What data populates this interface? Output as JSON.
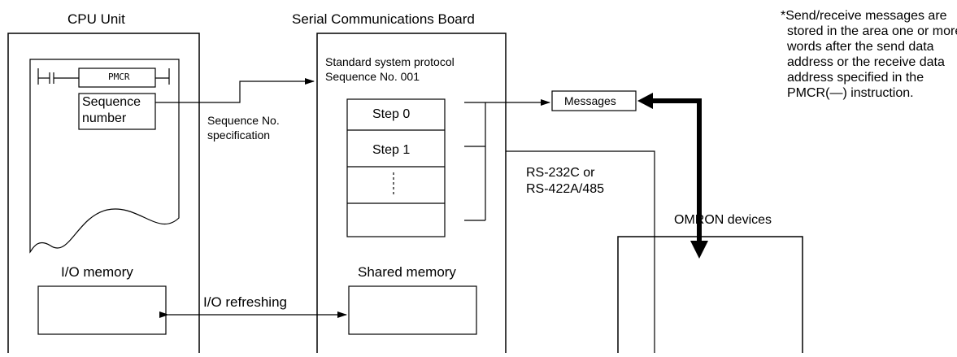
{
  "titles": {
    "cpu_unit": "CPU Unit",
    "serial_board": "Serial Communications Board"
  },
  "note_lines": [
    "*Send/receive messages are",
    "stored in the area one or more",
    "words after the send data",
    "address or the receive data",
    "address specified in the",
    "PMCR(—) instruction."
  ],
  "ladder": {
    "pmcr": "PMCR",
    "operand_line1": "Sequence",
    "operand_line2": "number"
  },
  "sequence_spec": [
    "Sequence No.",
    "specification"
  ],
  "protocol": [
    "Standard system protocol",
    "Sequence No. 001"
  ],
  "steps": [
    "Step 0",
    "Step 1"
  ],
  "messages": "Messages",
  "rs_lines": [
    "RS-232C or",
    "RS-422A/485"
  ],
  "omron_devices": "OMRON devices",
  "io_memory": "I/O memory",
  "shared_memory": "Shared memory",
  "io_refreshing": "I/O refreshing"
}
